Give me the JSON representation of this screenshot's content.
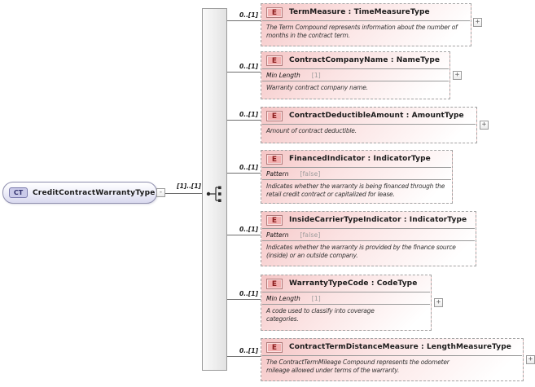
{
  "root": {
    "badge": "CT",
    "title": "CreditContractWarrantyType",
    "cardinality": "[1]..[1]",
    "collapse_label": "-"
  },
  "compositor": {
    "kind": "sequence"
  },
  "elements": [
    {
      "badge": "E",
      "title": "TermMeasure : TimeMeasureType",
      "cardinality": "0..[1]",
      "description": "The Term Compound represents information about the number of months in the contract term.",
      "expand_label": "+"
    },
    {
      "badge": "E",
      "title": "ContractCompanyName : NameType",
      "cardinality": "0..[1]",
      "facet": {
        "name": "Min Length",
        "value": "[1]"
      },
      "description": "Warranty contract company name.",
      "expand_label": "+"
    },
    {
      "badge": "E",
      "title": "ContractDeductibleAmount : AmountType",
      "cardinality": "0..[1]",
      "description": "Amount of contract deductible.",
      "expand_label": "+"
    },
    {
      "badge": "E",
      "title": "FinancedIndicator : IndicatorType",
      "cardinality": "0..[1]",
      "facet": {
        "name": "Pattern",
        "value": "[false]"
      },
      "description": "Indicates whether the warranty is being financed through the retail credit contract or capitalized for lease."
    },
    {
      "badge": "E",
      "title": "InsideCarrierTypeIndicator : IndicatorType",
      "cardinality": "0..[1]",
      "facet": {
        "name": "Pattern",
        "value": "[false]"
      },
      "description": "Indicates whether the warranty is provided by the finance source (inside) or an outside company."
    },
    {
      "badge": "E",
      "title": "WarrantyTypeCode : CodeType",
      "cardinality": "0..[1]",
      "facet": {
        "name": "Min Length",
        "value": "[1]"
      },
      "description": "A code used to classify into coverage categories.",
      "expand_label": "+"
    },
    {
      "badge": "E",
      "title": "ContractTermDistanceMeasure : LengthMeasureType",
      "cardinality": "0..[1]",
      "description": "The ContractTermMileage Compound represents the odometer mileage allowed under terms of the warranty.",
      "expand_label": "+"
    }
  ],
  "colors": {
    "element_fill": "#f5c6c6",
    "element_badge": "#f3b0b0",
    "element_badge_text": "#8b1d1d",
    "root_fill": "#d9d9ef",
    "root_badge": "#cacae9",
    "root_badge_text": "#31316e",
    "connector": "#6e6e6e",
    "dashed_border": "#a3a3a3"
  }
}
